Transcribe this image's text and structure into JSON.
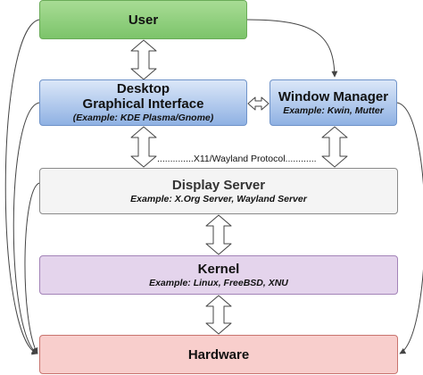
{
  "diagram": {
    "nodes": {
      "user": {
        "title": "User"
      },
      "desktop": {
        "title_line1": "Desktop",
        "title_line2": "Graphical Interface",
        "example": "(Example: KDE Plasma/Gnome)"
      },
      "wm": {
        "title": "Window Manager",
        "example": "Example: Kwin, Mutter"
      },
      "display": {
        "title": "Display Server",
        "example": "Example: X.Org Server, Wayland Server"
      },
      "kernel": {
        "title": "Kernel",
        "example": "Example: Linux, FreeBSD, XNU"
      },
      "hardware": {
        "title": "Hardware"
      }
    },
    "protocol_label": "..............X11/Wayland Protocol............",
    "colors": {
      "user": "#7cc46a",
      "desktop_wm": "#8fb1e3",
      "display": "#f4f4f4",
      "kernel": "#e4d4ec",
      "hardware": "#f8cecc",
      "connector": "#444444"
    },
    "edges": [
      {
        "from": "user",
        "to": "desktop",
        "style": "double-arrow"
      },
      {
        "from": "desktop",
        "to": "wm",
        "style": "double-arrow"
      },
      {
        "from": "desktop",
        "to": "display",
        "style": "double-arrow"
      },
      {
        "from": "wm",
        "to": "display",
        "style": "double-arrow"
      },
      {
        "from": "display",
        "to": "kernel",
        "style": "double-arrow"
      },
      {
        "from": "kernel",
        "to": "hardware",
        "style": "double-arrow"
      },
      {
        "from": "user",
        "to": "wm",
        "style": "curved-arrow"
      },
      {
        "from": "user",
        "to": "hardware",
        "style": "curved-arrow"
      },
      {
        "from": "desktop",
        "to": "hardware",
        "style": "curved-arrow"
      },
      {
        "from": "display",
        "to": "hardware",
        "style": "curved-arrow"
      },
      {
        "from": "wm",
        "to": "hardware",
        "style": "curved-arrow"
      }
    ]
  }
}
